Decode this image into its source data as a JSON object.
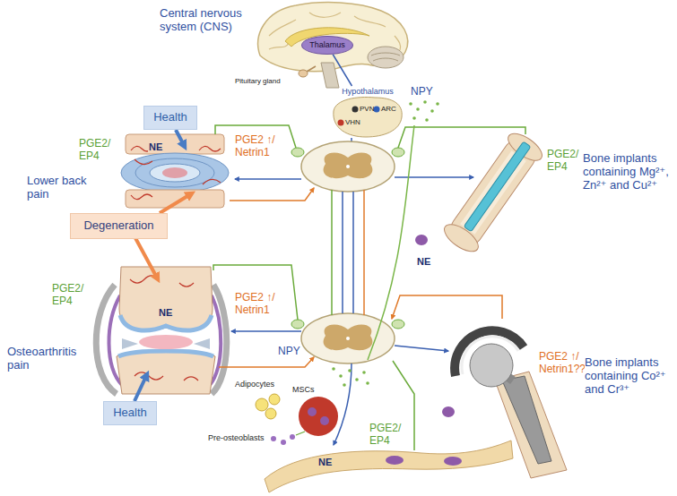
{
  "diagram": {
    "nodes": [
      {
        "text": [
          "Thalamus"
        ]
      },
      {
        "text": [
          "Hypothalamus"
        ]
      },
      {
        "text": [
          "Health"
        ]
      },
      {
        "text": [
          "Degeneration"
        ]
      },
      {
        "text": [
          "Health"
        ]
      }
    ],
    "edges": [
      {
        "from": 0,
        "to": 1,
        "arrow": "none"
      }
    ],
    "labels": [
      "Central nervous system (CNS)",
      "Pituitary gland",
      "PVN",
      "ARC",
      "VHN",
      "NPY",
      "Lower back pain",
      "PGE2/ EP4",
      "NE",
      "PGE2 ↑/ Netrin1",
      "PGE2/ EP4",
      "NE",
      "Bone implants containing Mg²⁺, Zn²⁺ and Cu²⁺",
      "Osteoarthritis pain",
      "PGE2/ EP4",
      "NE",
      "PGE2 ↑/ Netrin1",
      "NPY",
      "Adipocytes",
      "MSCs",
      "Pre-osteoblasts",
      "NE",
      "PGE2/ EP4",
      "PGE2 ↑/ Netrin1??",
      "Bone implants containing Co²⁺ and Cr³⁺"
    ]
  }
}
